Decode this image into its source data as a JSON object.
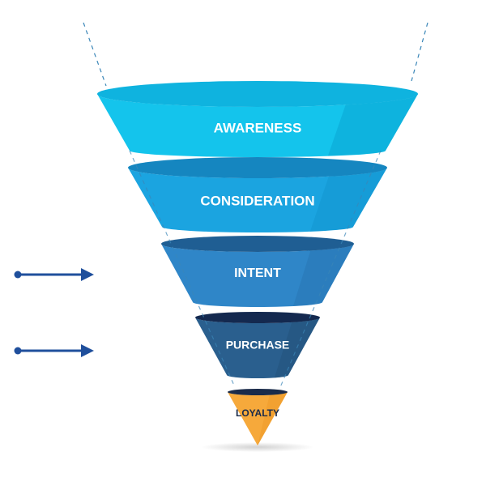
{
  "stages": [
    {
      "label": "AWARENESS",
      "color": "#14c4ec",
      "top_color": "#0fb3df",
      "shade": "#0aa6d4"
    },
    {
      "label": "CONSIDERATION",
      "color": "#1ba4e0",
      "top_color": "#1586c0",
      "shade": "#1395d0"
    },
    {
      "label": "INTENT",
      "color": "#2f86c8",
      "top_color": "#1f5e93",
      "shade": "#2877b5"
    },
    {
      "label": "PURCHASE",
      "color": "#2a5f8e",
      "top_color": "#14294f",
      "shade": "#22527c"
    },
    {
      "label": "LOYALTY",
      "color": "#f6a93b",
      "top_color": "#1a2b4a",
      "shade": "#ee9a2a"
    }
  ],
  "markers": [
    {
      "points_to": "INTENT",
      "color": "#1f4f9c"
    },
    {
      "points_to": "PURCHASE",
      "color": "#1f4f9c"
    }
  ],
  "guide_line_color": "#3a86b8"
}
